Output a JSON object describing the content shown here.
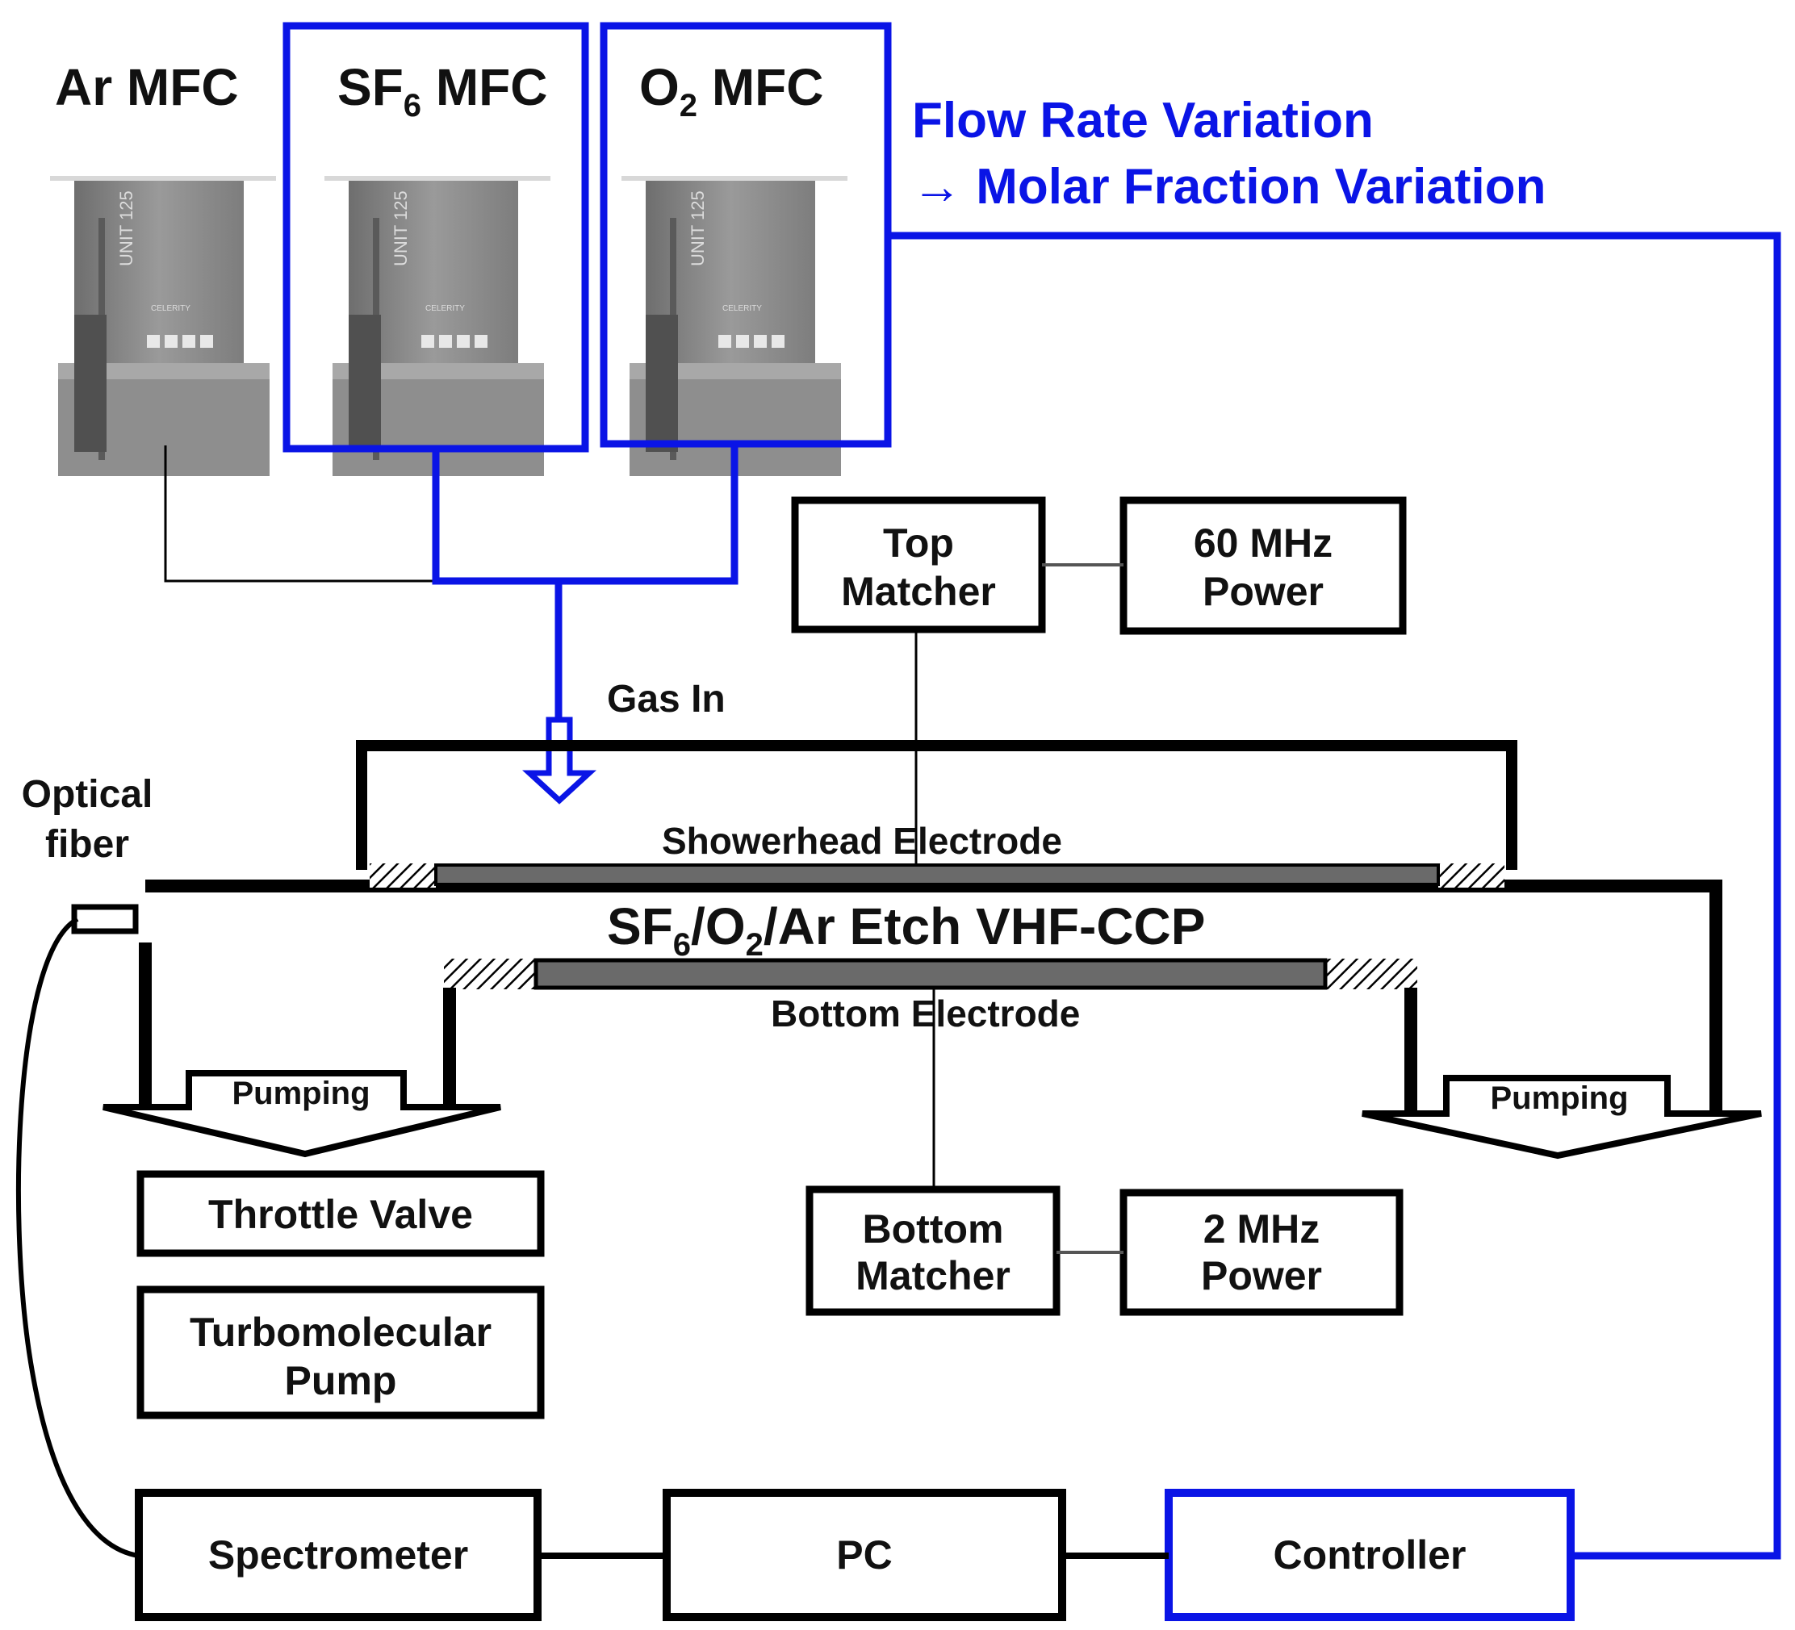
{
  "colors": {
    "accent": "#0a14e6",
    "line": "#000000",
    "device": "#8a8a8a"
  },
  "mfc": {
    "ar": "Ar MFC",
    "sf6_main": "SF",
    "sf6_sub": "6",
    "sf6_rest": " MFC",
    "o2_main": "O",
    "o2_sub": "2",
    "o2_rest": " MFC",
    "device_text": "UNIT 125",
    "device_brand": "CELERITY"
  },
  "annotation": {
    "line1": "Flow Rate Variation",
    "line2": "→ Molar Fraction Variation"
  },
  "boxes": {
    "top_matcher_1": "Top",
    "top_matcher_2": "Matcher",
    "power60_1": "60 MHz",
    "power60_2": "Power",
    "bottom_matcher_1": "Bottom",
    "bottom_matcher_2": "Matcher",
    "power2_1": "2 MHz",
    "power2_2": "Power",
    "throttle": "Throttle Valve",
    "turbo_1": "Turbomolecular",
    "turbo_2": "Pump",
    "spectrometer": "Spectrometer",
    "pc": "PC",
    "controller": "Controller"
  },
  "labels": {
    "gas_in": "Gas In",
    "optical_1": "Optical",
    "optical_2": "fiber",
    "showerhead": "Showerhead Electrode",
    "bottom_electrode": "Bottom Electrode",
    "pumping_left": "Pumping",
    "pumping_right": "Pumping",
    "chamber_p1": "SF",
    "chamber_s1": "6",
    "chamber_p2": "/O",
    "chamber_s2": "2",
    "chamber_p3": "/Ar Etch VHF-CCP"
  }
}
